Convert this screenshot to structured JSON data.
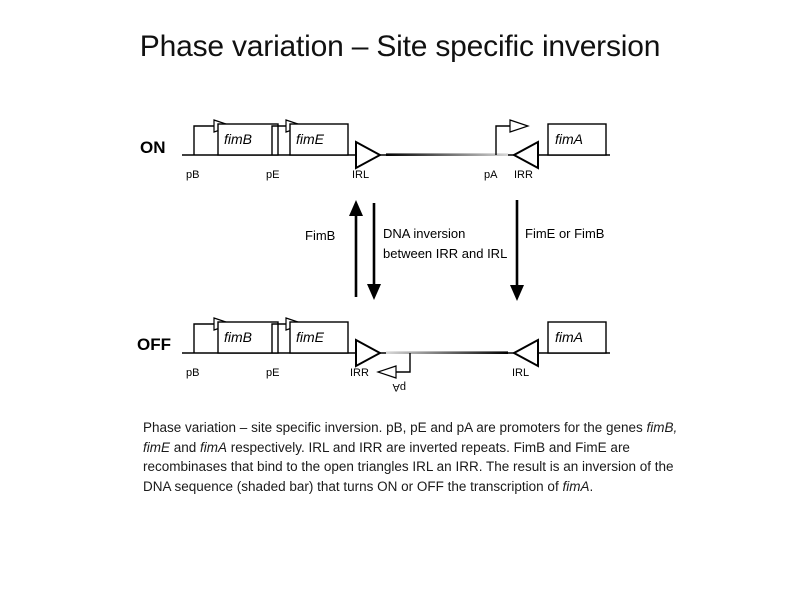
{
  "title": "Phase variation – Site specific inversion",
  "diagram": {
    "states": {
      "on": {
        "state_label": "ON",
        "genes": [
          "fimB",
          "fimE",
          "fimA"
        ],
        "promoters": [
          "pB",
          "pE",
          "pA"
        ],
        "inverted_repeats": [
          "IRL",
          "IRR"
        ],
        "irl_label": "IRL",
        "irr_label": "IRR",
        "pa_label": "pA"
      },
      "off": {
        "state_label": "OFF",
        "genes": [
          "fimB",
          "fimE",
          "fimA"
        ],
        "promoters": [
          "pB",
          "pE",
          "pA"
        ],
        "inverted_repeats": [
          "IRR",
          "IRL"
        ],
        "irl_label": "IRL",
        "irr_label": "IRR",
        "pa_label": "pA"
      }
    },
    "transition": {
      "left_label": "FimB",
      "center_label_line1": "DNA inversion",
      "center_label_line2": "between IRR and IRL",
      "right_label": "FimE or FimB"
    }
  },
  "caption": {
    "part1": "Phase variation – site specific inversion. pB, pE and pA are promoters for the genes ",
    "gene1": "fimB,",
    "part2": " ",
    "gene2": "fimE",
    "part3": " and ",
    "gene3": "fimA",
    "part4": " respectively. IRL and IRR are inverted repeats. FimB and FimE are recombinases that bind to the open triangles IRL  an IRR. The result is an inversion of the DNA sequence (shaded bar) that turns ON or OFF the transcription of ",
    "gene4": "fimA",
    "part5": "."
  }
}
